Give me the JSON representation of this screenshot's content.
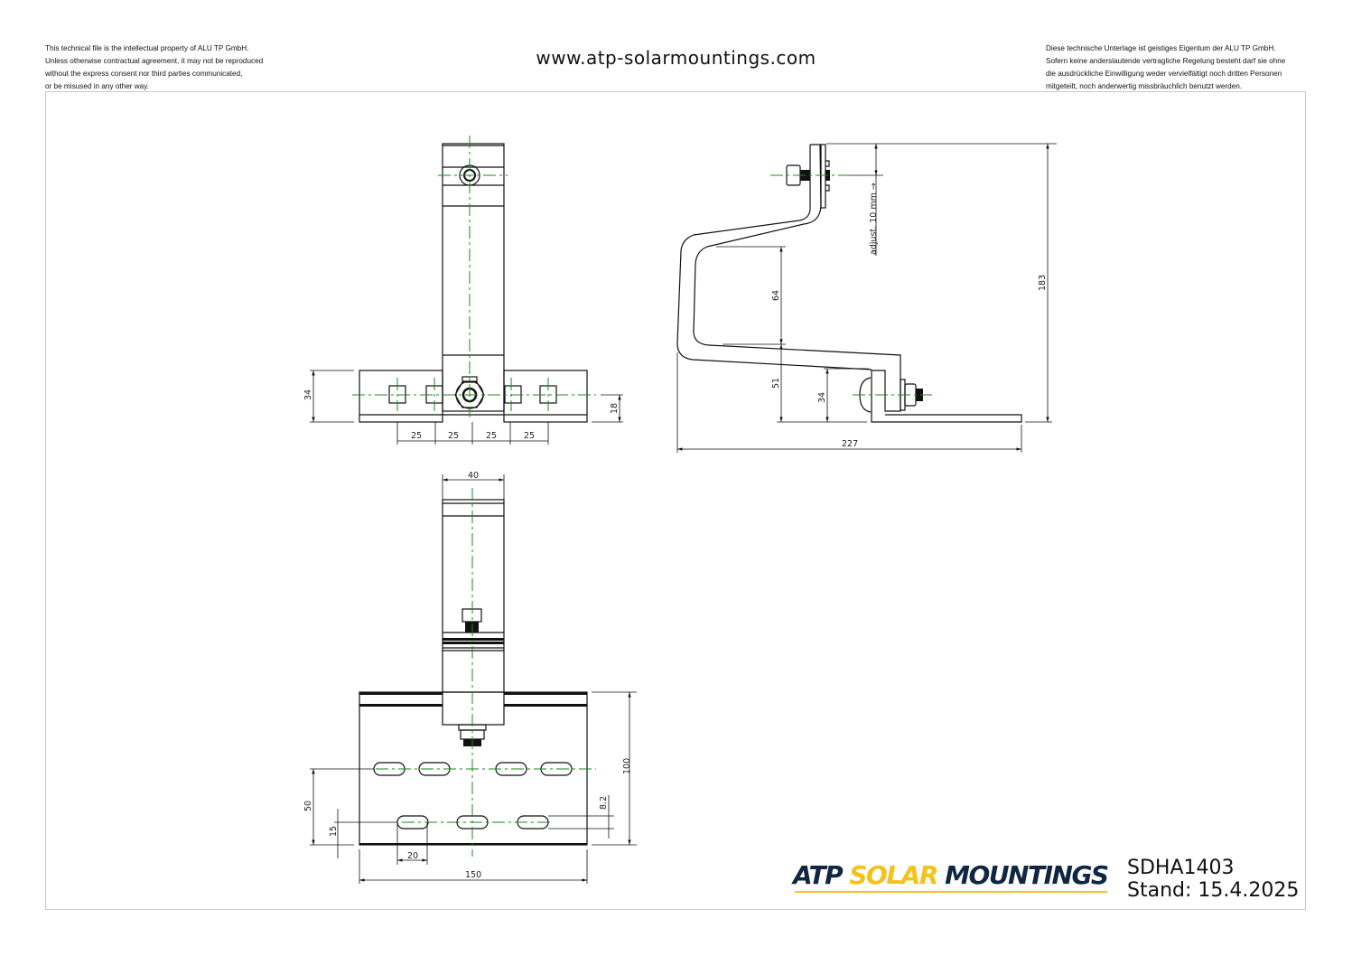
{
  "header": {
    "notice_en": [
      "This technical file is the intellectual property of ALU TP GmbH.",
      "Unless otherwise contractual agreement, it may not be reproduced",
      "without the express consent nor third parties communicated,",
      "or be misused in any other way."
    ],
    "website": "www.atp-solarmountings.com",
    "notice_de": [
      "Diese technische Unterlage ist geistiges Eigentum der ALU TP GmbH.",
      "Sofern keine anderslautende vertragliche Regelung besteht darf sie ohne",
      "die ausdrückliche Einwilligung weder vervielfältigt noch dritten Personen",
      "mitgeteilt, noch anderwertig missbräuchlich benutzt werden."
    ]
  },
  "front_view": {
    "dims": {
      "height": "34",
      "hole_height": "18",
      "spacing": [
        "25",
        "25",
        "25",
        "25"
      ]
    }
  },
  "side_view": {
    "dims": {
      "total_height": "183",
      "total_length": "227",
      "inner_height": "64",
      "lower_height": "51",
      "base_height": "34",
      "adjust": "adjust. 10 mm →"
    }
  },
  "top_view": {
    "dims": {
      "width": "40",
      "plate_depth": "100",
      "slot_row_offset": "50",
      "lower_row_offset": "15",
      "slot_width": "8.2",
      "slot_length": "20",
      "plate_width": "150"
    }
  },
  "title_block": {
    "logo": {
      "part1": "ATP ",
      "part2": "SOLAR ",
      "part3": "MOUNTINGS"
    },
    "drawing_number": "SDHA1403",
    "date": "Stand: 15.4.2025",
    "colors": {
      "navy": "#0f2742",
      "yellow": "#f5c21b",
      "centerline": "#1a8a1a"
    }
  }
}
